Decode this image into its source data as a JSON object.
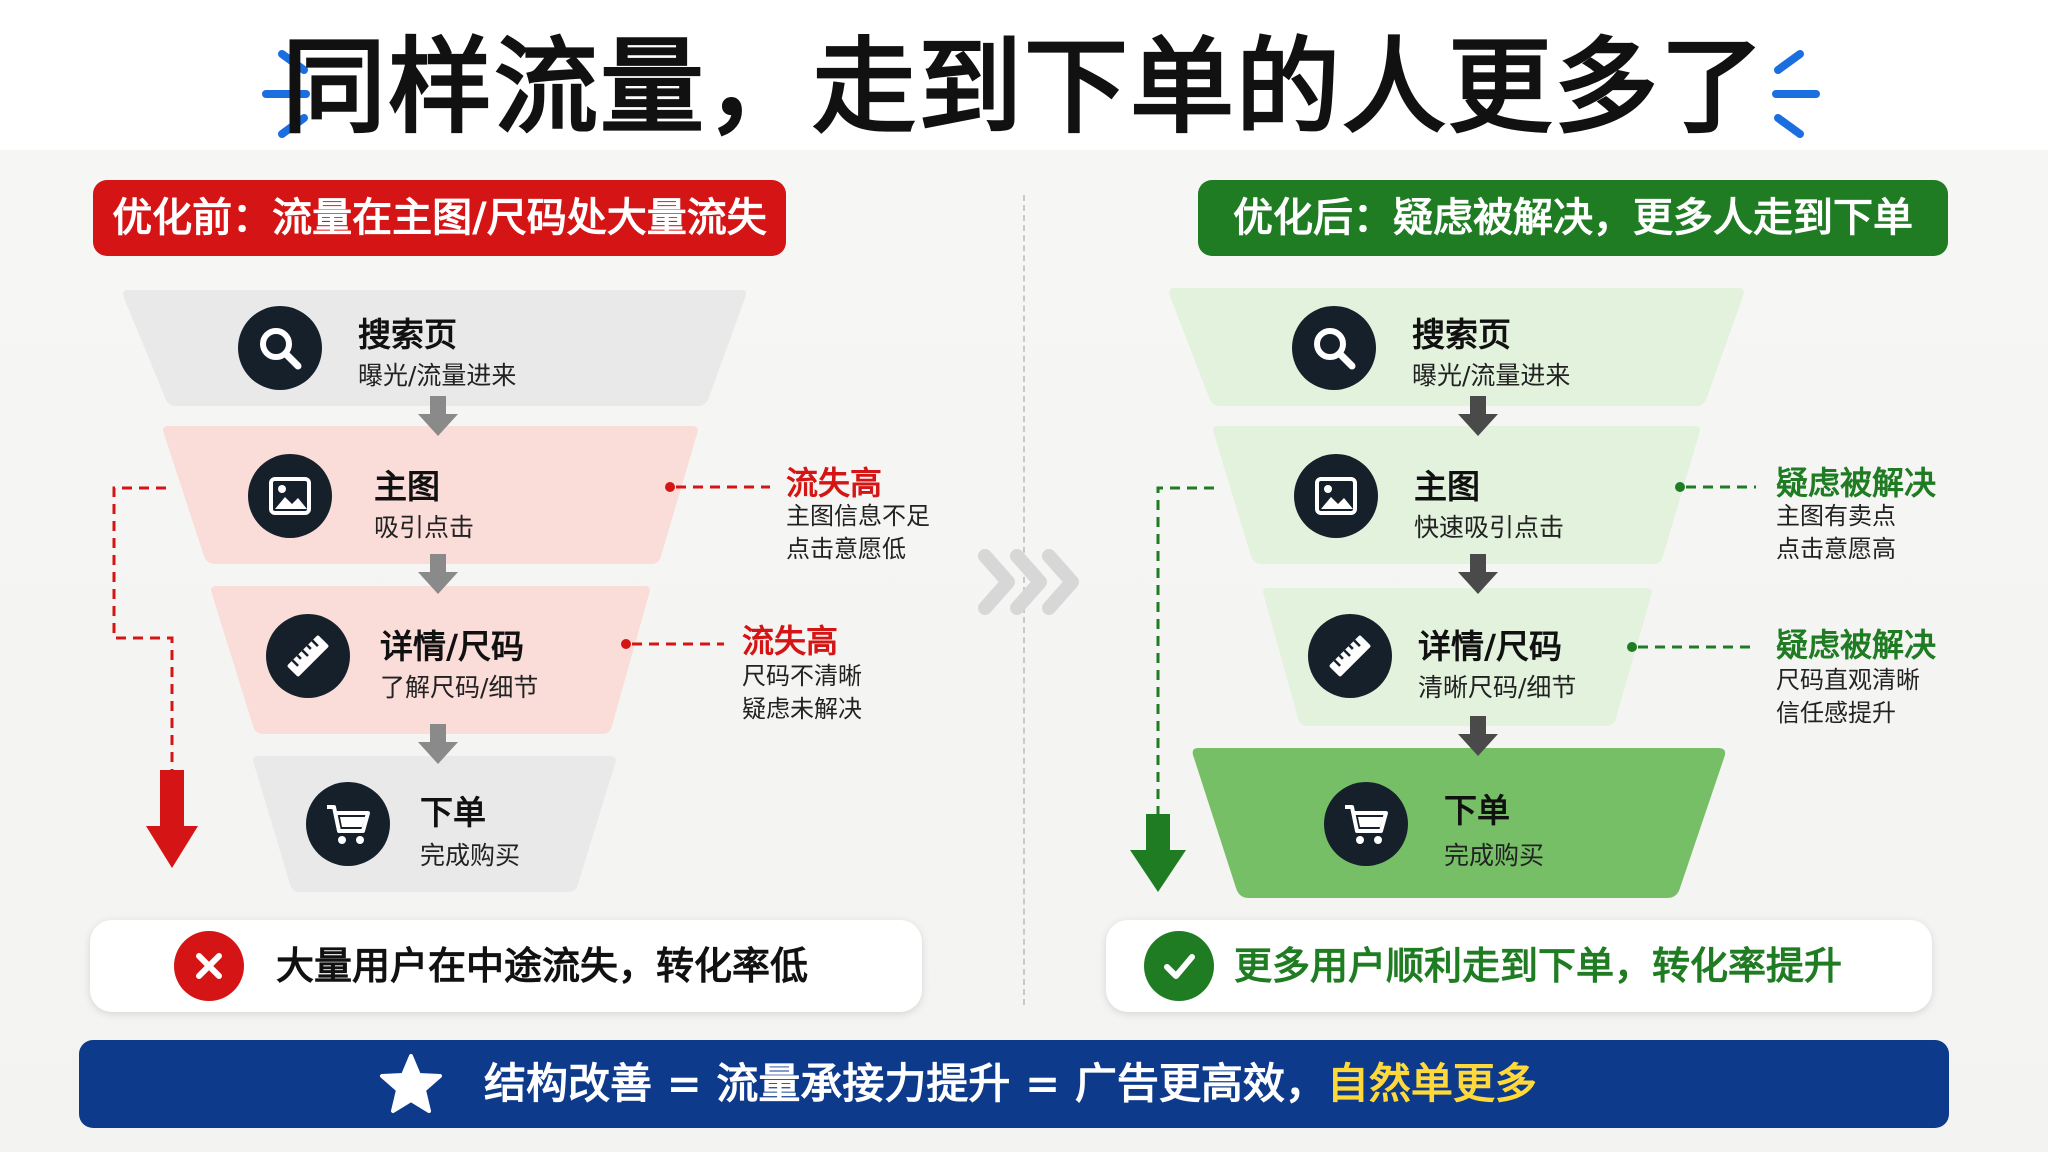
{
  "title": "同样流量，走到下单的人更多了",
  "before": {
    "header": "优化前：流量在主图/尺码处大量流失",
    "stages": [
      {
        "title": "搜索页",
        "sub": "曝光/流量进来",
        "icon": "search-icon"
      },
      {
        "title": "主图",
        "sub": "吸引点击",
        "icon": "image-icon"
      },
      {
        "title": "详情/尺码",
        "sub": "了解尺码/细节",
        "icon": "ruler-icon"
      },
      {
        "title": "下单",
        "sub": "完成购买",
        "icon": "cart-icon"
      }
    ],
    "annotations": [
      {
        "title": "流失高",
        "lines": [
          "主图信息不足",
          "点击意愿低"
        ]
      },
      {
        "title": "流失高",
        "lines": [
          "尺码不清晰",
          "疑虑未解决"
        ]
      }
    ],
    "result": "大量用户在中途流失，转化率低",
    "result_icon": "x-icon"
  },
  "after": {
    "header": "优化后：疑虑被解决，更多人走到下单",
    "stages": [
      {
        "title": "搜索页",
        "sub": "曝光/流量进来",
        "icon": "search-icon"
      },
      {
        "title": "主图",
        "sub": "快速吸引点击",
        "icon": "image-icon"
      },
      {
        "title": "详情/尺码",
        "sub": "清晰尺码/细节",
        "icon": "ruler-icon"
      },
      {
        "title": "下单",
        "sub": "完成购买",
        "icon": "cart-icon"
      }
    ],
    "annotations": [
      {
        "title": "疑虑被解决",
        "lines": [
          "主图有卖点",
          "点击意愿高"
        ]
      },
      {
        "title": "疑虑被解决",
        "lines": [
          "尺码直观清晰",
          "信任感提升"
        ]
      }
    ],
    "result": "更多用户顺利走到下单，转化率提升",
    "result_icon": "check-icon"
  },
  "banner": {
    "text": "结构改善 = 流量承接力提升 = 广告更高效，",
    "highlight": "自然单更多",
    "icon": "star-icon"
  },
  "colors": {
    "red": "#d51515",
    "green": "#1f7c23",
    "navy": "#0e3a8c",
    "highlight": "#ffd83a"
  }
}
